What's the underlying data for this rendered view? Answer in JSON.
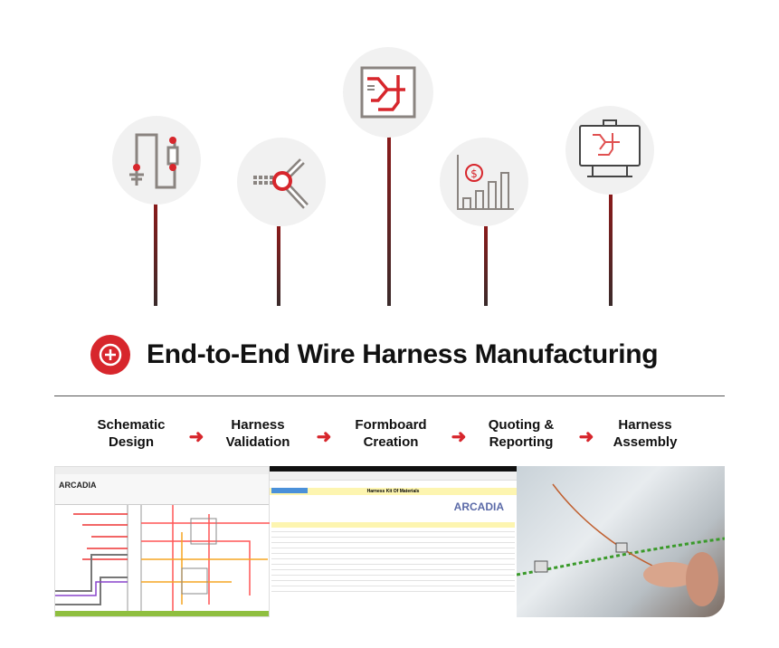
{
  "title": "End-to-End Wire Harness Manufacturing",
  "stages": [
    {
      "icon": "schematic-icon",
      "label": "Schematic Design"
    },
    {
      "icon": "harness-validation-icon",
      "label": "Harness Validation"
    },
    {
      "icon": "formboard-icon",
      "label": "Formboard Creation"
    },
    {
      "icon": "quoting-chart-icon",
      "label": "Quoting & Reporting"
    },
    {
      "icon": "assembly-board-icon",
      "label": "Harness Assembly"
    }
  ],
  "steps": {
    "s1a": "Schematic",
    "s1b": "Design",
    "s2a": "Harness",
    "s2b": "Validation",
    "s3a": "Formboard",
    "s3b": "Creation",
    "s4a": "Quoting &",
    "s4b": "Reporting",
    "s5a": "Harness",
    "s5b": "Assembly",
    "arrow": "➜"
  },
  "screens": {
    "schematic_brand": "ARCADIA",
    "report_title": "Harness Kit Of Materials",
    "report_brand": "ARCADIA"
  },
  "colors": {
    "accent": "#d7262c",
    "stem": "#6b1a1a",
    "bubble": "#f1f1f1"
  }
}
